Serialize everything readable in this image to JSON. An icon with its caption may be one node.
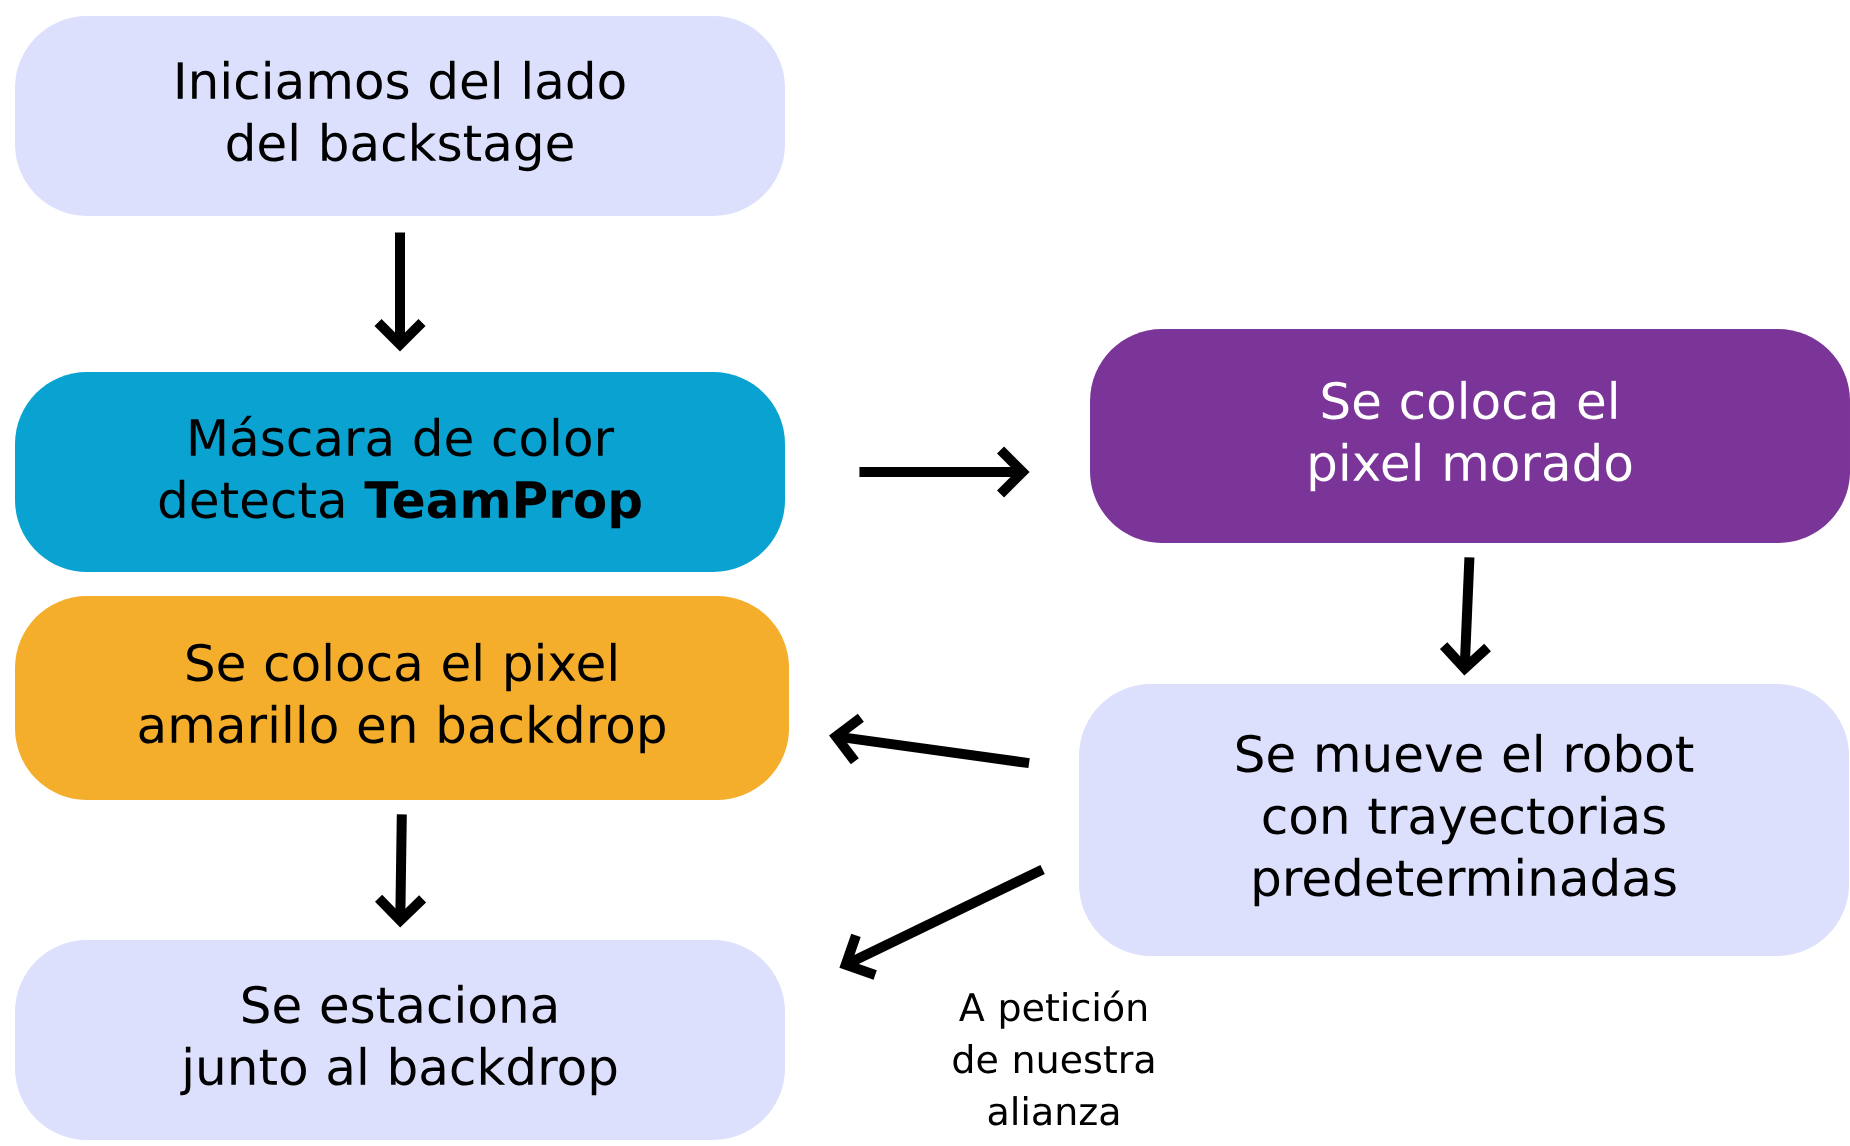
{
  "diagram": {
    "nodes": [
      {
        "text": [
          "Iniciamos del lado del backstage"
        ]
      },
      {
        "text": [
          "Máscara de color detecta **TeamProp**"
        ]
      },
      {
        "text": [
          "Se coloca el pixel morado"
        ]
      },
      {
        "text": [
          "Se mueve el robot con trayectorias predeterminadas"
        ]
      },
      {
        "text": [
          "Se coloca el pixel amarillo en backdrop"
        ]
      },
      {
        "text": [
          "Se estaciona junto al backdrop"
        ]
      }
    ],
    "edges": [
      {
        "from": 0,
        "to": 1,
        "arrow": "to"
      },
      {
        "from": 1,
        "to": 2,
        "arrow": "to"
      },
      {
        "from": 2,
        "to": 3,
        "arrow": "to"
      },
      {
        "from": 3,
        "to": 4,
        "arrow": "to"
      },
      {
        "from": 4,
        "to": 5,
        "arrow": "to"
      },
      {
        "from": 3,
        "to": 5,
        "arrow": "to",
        "label": "A petición de nuestra alianza"
      }
    ]
  }
}
